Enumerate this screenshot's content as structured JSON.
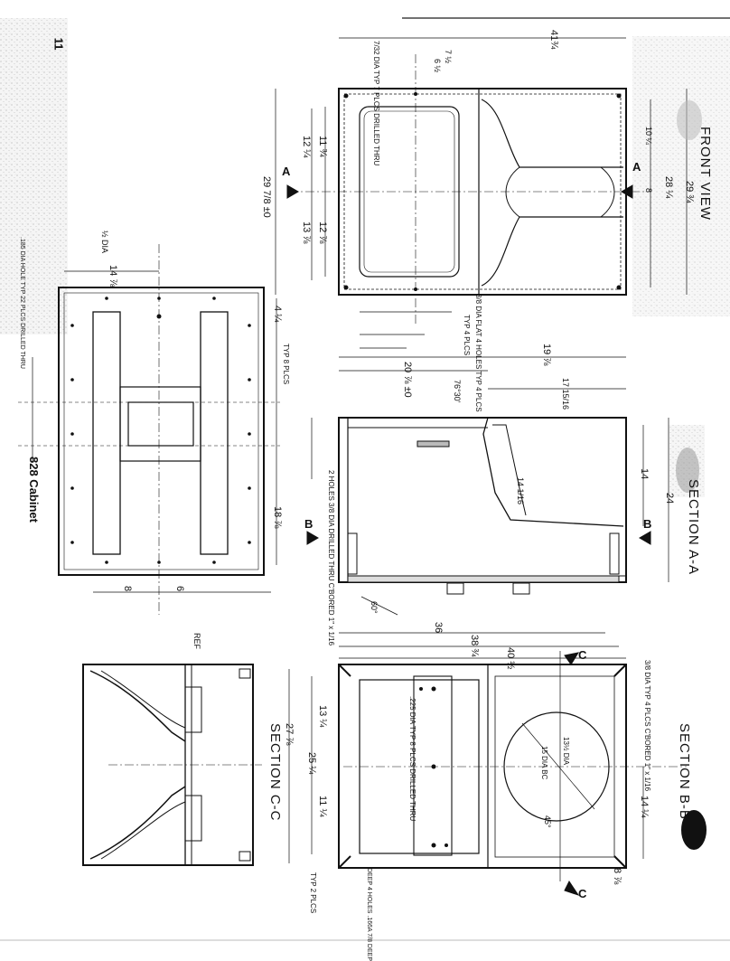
{
  "page_number": "11",
  "cabinet_title": "828 Cabinet",
  "views": {
    "front_view": "FRONT VIEW",
    "section_aa": "SECTION A-A",
    "section_bb": "SECTION B-B",
    "section_cc": "SECTION C-C"
  },
  "section_markers": {
    "a": "A",
    "b": "B",
    "c": "C"
  },
  "notes": {
    "dia_holes_left": ".185 DIA HOLE TYP 22 PLCS DRILLED THRU",
    "dia_half": "½ DIA",
    "typ_drilled_thru": "7/32 DIA TYP 7 PLCS DRILLED THRU",
    "flat_holes": "3/8 DIA FLAT 4 HOLES TYP 4 PLCS",
    "two_holes": "2 HOLES 3/8 DIA DRILLED THRU C'BORED 1\" x 1/16",
    "cbored_typ": "3/8 DIA TYP 4 PLCS C'BORED 1\" x 1/16",
    "dia_225": ".225 DIA TYP 8 PLCS DRILLED THRU",
    "bolt_holes": "DEEP 4 HOLES .166A 7/8 DEEP",
    "ref": "REF",
    "typ_8plcs": "TYP 8 PLCS",
    "typ_4plcs": "TYP 4 PLCS",
    "typ_2plcs": "TYP 2 PLCS",
    "angle_76": "76°30'",
    "angle_60": "60°",
    "angle_45": "45°",
    "dia_15": "15 DIA BC",
    "dia_13": "13½ DIA"
  },
  "dimensions": {
    "front_width": "41¾",
    "front_height": "29 7/8 ±0",
    "front_inner_h": "28 ¼",
    "front_outer_h": "29 ¾",
    "d_10": "10 ¼",
    "d_8": "8",
    "d_12": "12 ¼",
    "d_11": "11 ¾",
    "d_13": "13 ⅞",
    "d_12b": "12 ⅞",
    "d_7": "7 ½",
    "d_6": "6 ½",
    "d_20": "20 ⅞ ±0",
    "d_19": "19 ⅞",
    "d_17": "17 15/16",
    "d_14": "14",
    "d_24": "24",
    "d_14b": "14 1/16",
    "d_36": "36",
    "d_38": "38 ¾",
    "d_40": "40 ½",
    "d_25": "25 ¼",
    "d_27": "27 ⅞",
    "d_13c": "13 ¼",
    "d_11c": "11 ¼",
    "d_14c": "14 ¼",
    "d_8c": "8 ⅞",
    "d_14left": "14 ⅞",
    "d_18": "18 ⅞",
    "d_8left": "8",
    "d_6left": "6",
    "d_4left": "4 ¼"
  }
}
